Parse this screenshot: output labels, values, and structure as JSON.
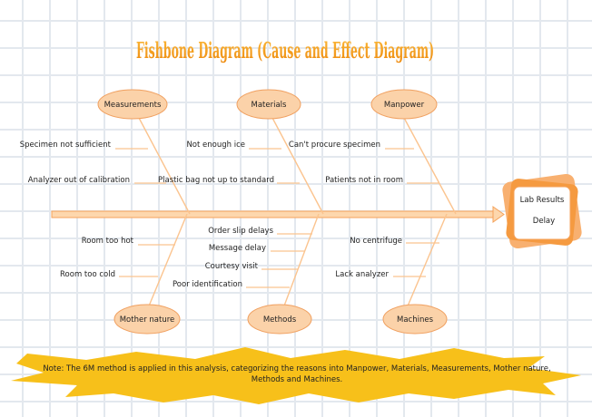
{
  "title": "Fishbone Diagram (Cause and Effect Diagram)",
  "effect": {
    "line1": "Lab Results",
    "line2": "Delay"
  },
  "categories": {
    "measurements": "Measurements",
    "materials": "Materials",
    "manpower": "Manpower",
    "mother_nature": "Mother nature",
    "methods": "Methods",
    "machines": "Machines"
  },
  "causes": {
    "measurements": [
      "Specimen not sufficient",
      "Analyzer out of calibration"
    ],
    "materials": [
      "Not enough ice",
      "Plastic bag not up to standard"
    ],
    "manpower": [
      "Can't procure specimen",
      "Patients not in room"
    ],
    "mother_nature": [
      "Room too hot",
      "Room too cold"
    ],
    "methods": [
      "Order slip delays",
      "Message delay",
      "Courtesy visit",
      "Poor identification"
    ],
    "machines": [
      "No centrifuge",
      "Lack analyzer"
    ]
  },
  "note": {
    "line1": "Note: The 6M method is applied in this analysis, categorizing the reasons into Manpower, Materials, Measurements, Mother nature,",
    "line2": "Methods and Machines."
  },
  "colors": {
    "title": "#f39c12",
    "bone": "#fbc48f",
    "arrow_fill": "#fdd7ad",
    "arrow_stroke": "#f5a25a",
    "ellipse_fill": "#fbd2a9",
    "ellipse_stroke": "#f0a060",
    "effect_outer": "#f8b070",
    "effect_mid": "#f59a40",
    "banner": "#f7c01a"
  }
}
